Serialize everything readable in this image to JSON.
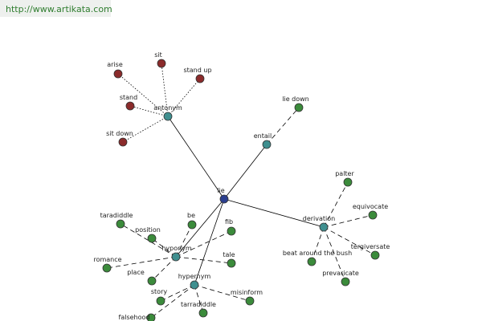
{
  "header": {
    "site_url": "http://www.artikata.com"
  },
  "colors": {
    "center": "#2b3f8f",
    "relation": "#3f8f8f",
    "antonym_leaf": "#8b2b2b",
    "leaf": "#3b8b3b",
    "header_bg": "#eef0ee",
    "link": "#2f7d2f"
  },
  "graph": {
    "center": {
      "id": "lie",
      "label": "lie"
    },
    "relations": [
      {
        "id": "antonym",
        "label": "antonym",
        "style": "dotted",
        "leaf_color": "antonym_leaf",
        "leaves": [
          "arise",
          "sit",
          "stand up",
          "stand",
          "sit down"
        ]
      },
      {
        "id": "entail",
        "label": "entail",
        "style": "dashed",
        "leaf_color": "leaf",
        "leaves": [
          "lie down"
        ]
      },
      {
        "id": "derivation",
        "label": "derivation",
        "style": "dashed",
        "leaf_color": "leaf",
        "leaves": [
          "palter",
          "equivocate",
          "tergiversate",
          "beat around the bush",
          "prevaricate"
        ]
      },
      {
        "id": "hyponym",
        "label": "hyponym",
        "style": "dashed",
        "leaf_color": "leaf",
        "leaves": [
          "taradiddle",
          "position",
          "be",
          "fib",
          "tale",
          "romance",
          "place"
        ]
      },
      {
        "id": "hypernym",
        "label": "hypernym",
        "style": "dashed",
        "leaf_color": "leaf",
        "leaves": [
          "story",
          "misinform",
          "tarradiddle",
          "falsehood"
        ]
      }
    ]
  }
}
